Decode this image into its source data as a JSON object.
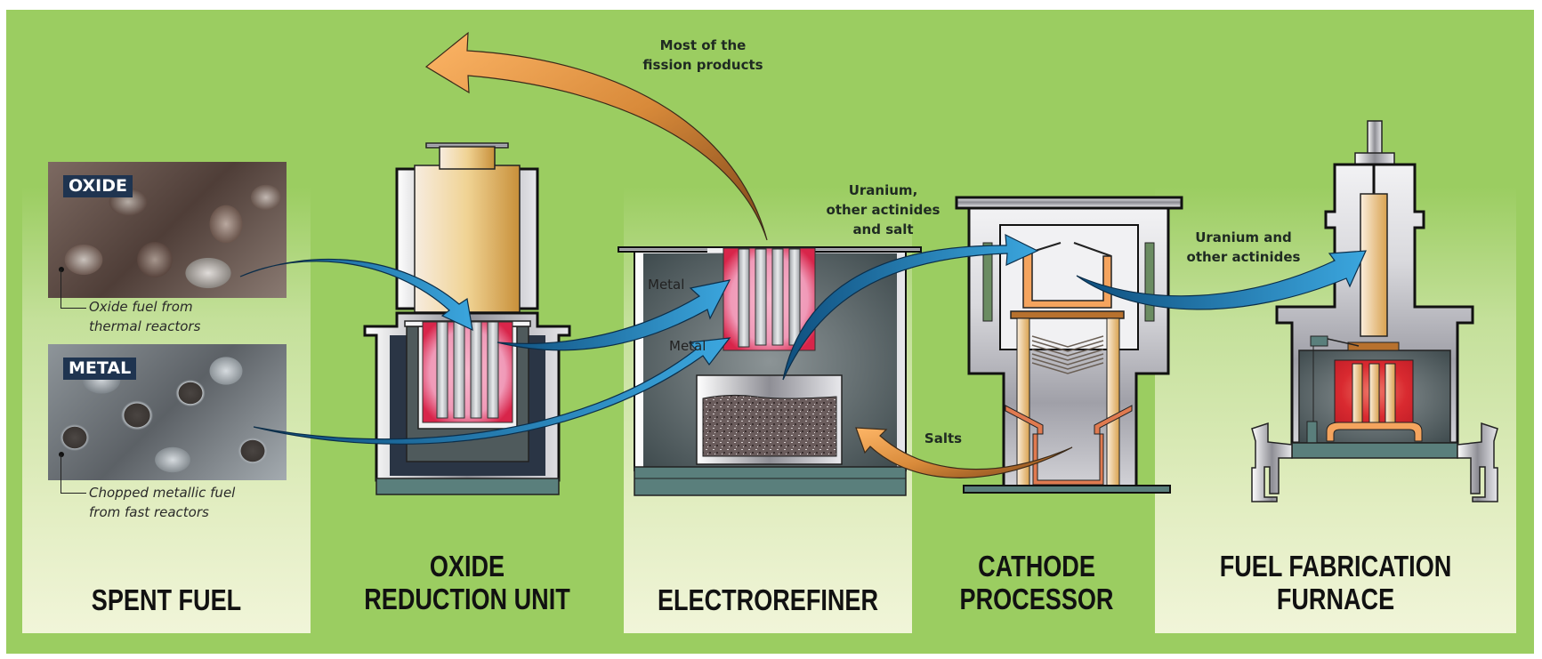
{
  "diagram": {
    "title": "Pyroprocessing flow",
    "stages": [
      {
        "id": "spent-fuel",
        "label": "SPENT FUEL"
      },
      {
        "id": "oxide-reduction",
        "label_line1": "OXIDE",
        "label_line2": "REDUCTION UNIT"
      },
      {
        "id": "electrorefiner",
        "label": "ELECTROREFINER"
      },
      {
        "id": "cathode-processor",
        "label_line1": "CATHODE",
        "label_line2": "PROCESSOR"
      },
      {
        "id": "fuel-fabrication",
        "label_line1": "FUEL FABRICATION",
        "label_line2": "FURNACE"
      }
    ],
    "spent_fuel": {
      "oxide": {
        "tag": "OXIDE",
        "caption_line1": "Oxide fuel from",
        "caption_line2": "thermal reactors"
      },
      "metal": {
        "tag": "METAL",
        "caption_line1": "Chopped metallic fuel",
        "caption_line2": "from fast reactors"
      }
    },
    "flows": {
      "fission_products": {
        "line1": "Most of the",
        "line2": "fission products"
      },
      "uranium_salt": {
        "line1": "Uranium,",
        "line2": "other actinides",
        "line3": "and salt"
      },
      "uranium_actinides": {
        "line1": "Uranium and",
        "line2": "other actinides"
      },
      "salts": {
        "line1": "Salts"
      }
    },
    "electrorefiner_labels": {
      "metal_top": "Metal",
      "metal_bottom": "Metal"
    },
    "colors": {
      "background_green": "#9bcd61",
      "panel_light": "#f1f5d9",
      "blue_arrow": "#2f8fcf",
      "orange_arrow": "#e89a45",
      "crucible_pink": "#f08fb0",
      "furnace_red": "#d4262e",
      "dark_slate": "#2b3645",
      "teal_base": "#5a7f7c"
    }
  }
}
